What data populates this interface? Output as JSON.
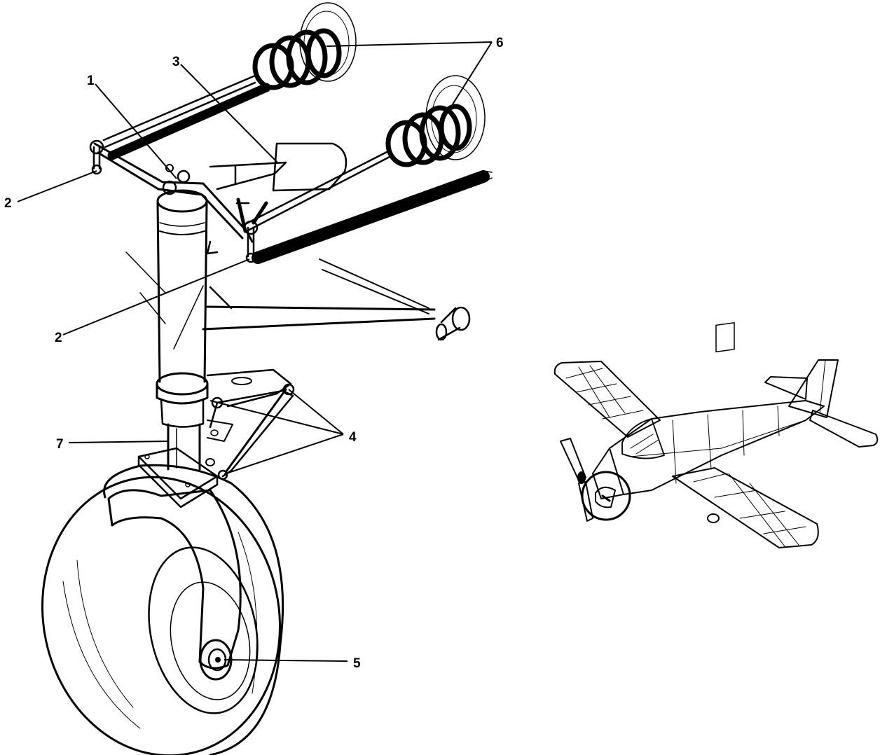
{
  "callouts": {
    "c1": "1",
    "c2_upper": "2",
    "c2_lower": "2",
    "c3": "3",
    "c4": "4",
    "c5": "5",
    "c6": "6",
    "c7": "7"
  },
  "colors": {
    "ink": "#000000",
    "paper": "#ffffff"
  }
}
